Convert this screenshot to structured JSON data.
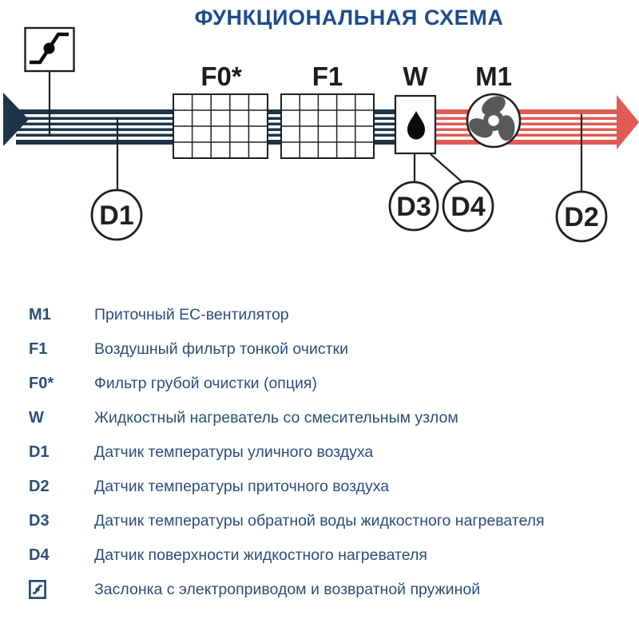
{
  "title": "ФУНКЦИОНАЛЬНАЯ СХЕМА",
  "colors": {
    "title_blue": "#1d4b8e",
    "legend_blue": "#2d4d7a",
    "stream_cold": "#1e3448",
    "stream_warm": "#e05b55",
    "outline_black": "#231f20",
    "fan_gray": "#58595b"
  },
  "diagram": {
    "labels": {
      "f0": "F0*",
      "f1": "F1",
      "w": "W",
      "m1": "M1"
    },
    "sensors": {
      "d1": "D1",
      "d2": "D2",
      "d3": "D3",
      "d4": "D4"
    },
    "icons": {
      "damper": "damper-icon",
      "fan": "fan-icon",
      "water_drop": "water-drop-icon",
      "cold_flow": "flow-arrow-left",
      "warm_flow": "flow-arrow-right"
    }
  },
  "legend": {
    "rows": [
      {
        "key": "M1",
        "text": "Приточный EC-вентилятор"
      },
      {
        "key": "F1",
        "text": "Воздушный фильтр тонкой очистки"
      },
      {
        "key": "F0*",
        "text": "Фильтр грубой очистки (опция)"
      },
      {
        "key": "W",
        "text": "Жидкостный нагреватель со смесительным узлом"
      },
      {
        "key": "D1",
        "text": "Датчик температуры уличного воздуха"
      },
      {
        "key": "D2",
        "text": "Датчик температуры приточного воздуха"
      },
      {
        "key": "D3",
        "text": "Датчик температуры обратной воды жидкостного нагревателя"
      },
      {
        "key": "D4",
        "text": "Датчик поверхности жидкостного нагревателя"
      },
      {
        "key": "",
        "icon": "damper-icon",
        "text": "Заслонка с электроприводом и возвратной пружиной"
      }
    ]
  }
}
